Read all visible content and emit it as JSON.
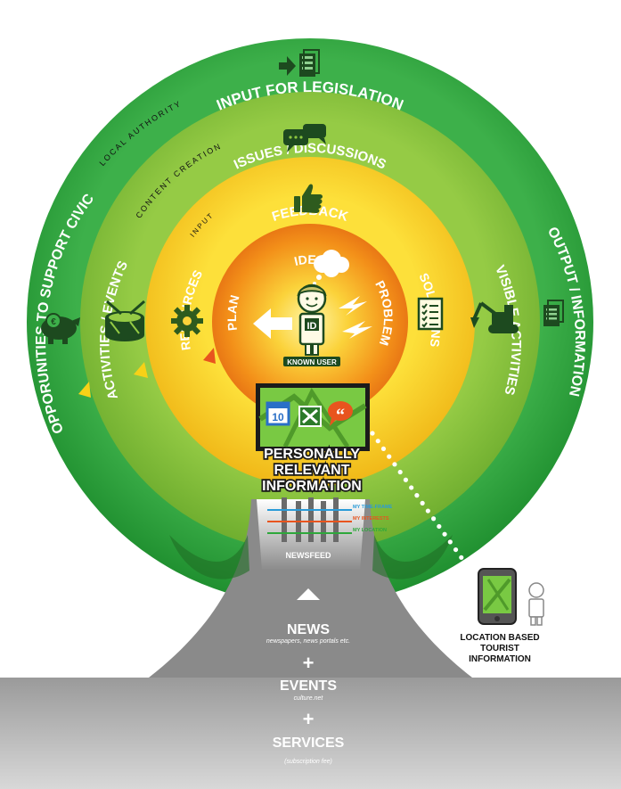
{
  "rings": {
    "outer": {
      "top": "INPUT FOR LEGISLATION",
      "left": "OPPORUNITIES TO SUPPORT CIVIC",
      "right": "OUTPUT / INFORMATION",
      "tag": "LOCAL AUTHORITY",
      "color": "#2ea83b"
    },
    "second": {
      "top": "ISSUES / DISCUSSIONS",
      "left": "ACTIVITIES / EVENTS",
      "right": "VISIBLE ACTIVITIES",
      "tag": "CONTENT CREATION",
      "color": "#8cc63f"
    },
    "third": {
      "top": "FEEDBACK",
      "left": "RESOURCES",
      "right": "SOLUTIONS",
      "tag": "INPUT",
      "color": "#f7d117"
    },
    "core": {
      "top": "IDEA",
      "left": "PLAN",
      "right": "PROBLEM",
      "user": "KNOWN USER",
      "badge": "ID",
      "color": "#f39019"
    }
  },
  "screen": {
    "calendar_number": "10",
    "quote_mark": "“"
  },
  "trunk": {
    "personal": [
      "PERSONALLY",
      "RELEVANT",
      "INFORMATION"
    ],
    "filters": [
      "MY TIME-FRAME",
      "MY INTERESTS",
      "MY LOCATION"
    ],
    "newsfeed": "NEWSFEED",
    "news": "NEWS",
    "news_sub": "newspapers, news portals etc.",
    "plus": "+",
    "events": "EVENTS",
    "events_sub": "culture.net",
    "services": "SERVICES",
    "services_sub": "(subscription fee)"
  },
  "tourist": [
    "LOCATION BASED",
    "TOURIST",
    "INFORMATION"
  ]
}
